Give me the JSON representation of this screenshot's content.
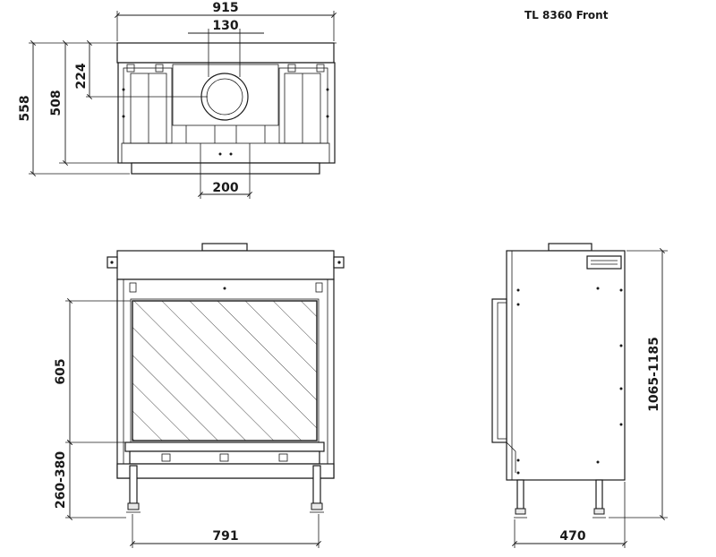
{
  "title": "TL 8360 Front",
  "top_view": {
    "width_overall": "915",
    "flue_width": "130",
    "depth_overall": "558",
    "depth_body": "508",
    "flue_offset": "224",
    "base_width": "200"
  },
  "front_view": {
    "glass_height": "605",
    "leg_height": "260-380",
    "body_width": "791"
  },
  "side_view": {
    "total_height": "1065-1185",
    "depth": "470"
  }
}
